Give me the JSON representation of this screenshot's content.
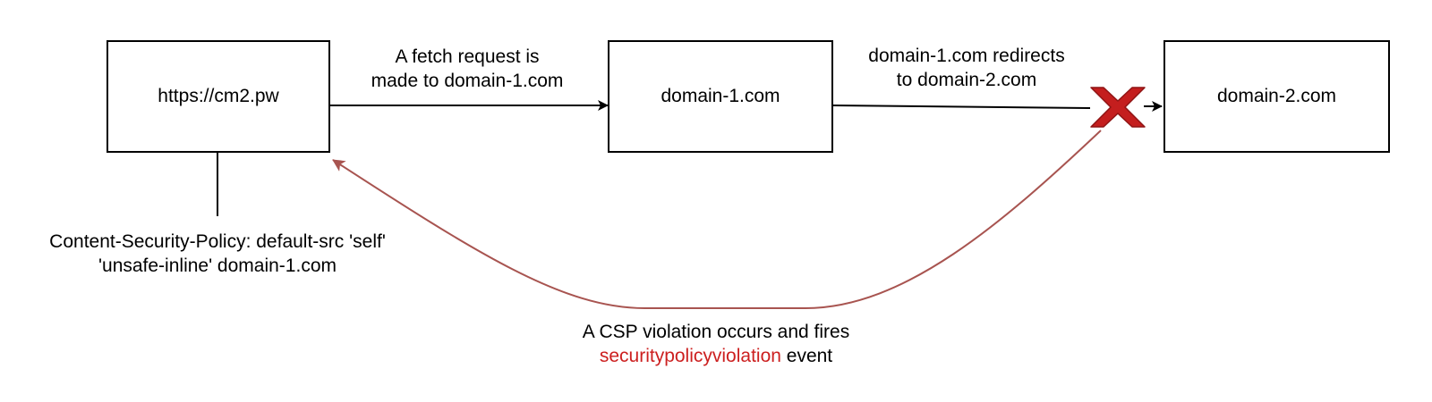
{
  "nodes": {
    "origin": "https://cm2.pw",
    "domain1": "domain-1.com",
    "domain2": "domain-2.com"
  },
  "edges": {
    "fetch_label": [
      "A fetch request is",
      "made to domain-1.com"
    ],
    "redirect_label": [
      "domain-1.com redirects",
      "to domain-2.com"
    ]
  },
  "csp_header": [
    "Content-Security-Policy: default-src 'self'",
    "'unsafe-inline' domain-1.com"
  ],
  "violation": {
    "line1": "A CSP violation occurs and fires",
    "event_name": "securitypolicyviolation",
    "event_suffix": " event"
  },
  "colors": {
    "stroke": "#000000",
    "violation_arrow": "#a85450",
    "blocked_mark": "#c41e1e",
    "event_text": "#cc1f1f"
  },
  "icons": {
    "blocked": "x-mark-icon"
  }
}
